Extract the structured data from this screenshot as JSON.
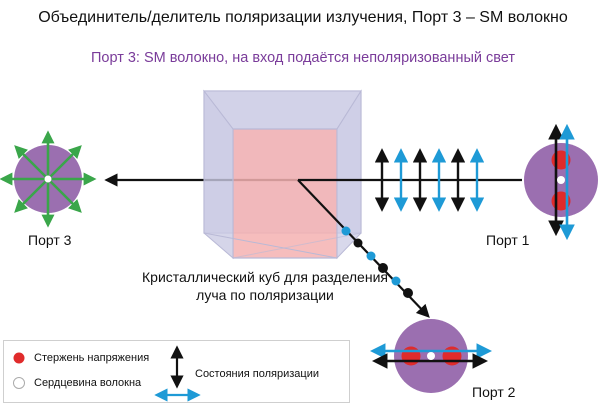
{
  "header": {
    "title": "Объединитель/делитель поляризации излучения, Порт 3 – SM волокно",
    "subtitle": "Порт 3: SM волокно, на вход подаётся неполяризованный свет"
  },
  "ports": {
    "port3": "Порт 3",
    "port1": "Порт 1",
    "port2": "Порт 2"
  },
  "cube": {
    "label": "Кристаллический куб для разделения луча по поляризации"
  },
  "legend": {
    "stress_rod": "Стержень напряжения",
    "fiber_core": "Сердцевина волокна",
    "polarization_states": "Состояния поляризации"
  },
  "colors": {
    "fiber_cladding": "#9b6fb0",
    "stress_rod": "#e02b2b",
    "polarization_blue": "#1e9ad6",
    "unpolarized_green": "#3aa64a",
    "cube_face": "#c7c7e0",
    "cube_inner": "#f2a7a7",
    "subtitle": "#7a3c9a"
  }
}
